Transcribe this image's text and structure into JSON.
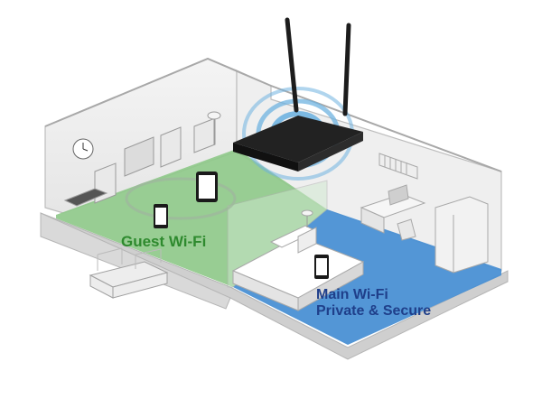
{
  "zones": {
    "guest": {
      "label": "Guest Wi-Fi",
      "color": "#8fc98a",
      "text_color": "#2e8a2e"
    },
    "main": {
      "label_line1": "Main Wi-Fi",
      "label_line2": "Private & Secure",
      "color": "#4a90d4",
      "text_color": "#1f3f8a"
    }
  },
  "icons": {
    "router": "wifi-router-icon",
    "signal": "wifi-signal-icon",
    "phone": "smartphone-icon",
    "tablet": "tablet-icon"
  }
}
